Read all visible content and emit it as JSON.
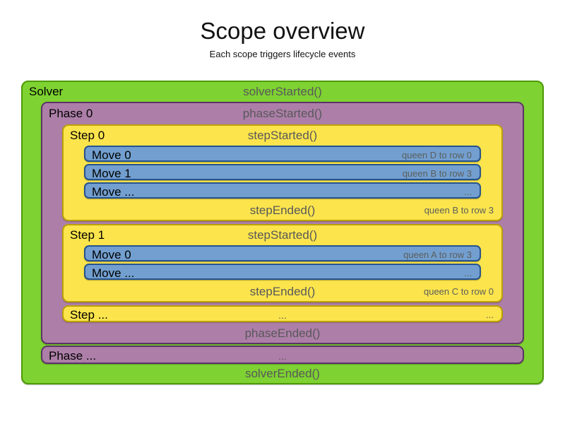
{
  "title": "Scope overview",
  "subtitle": "Each scope triggers lifecycle events",
  "colors": {
    "green_fill": "#7ed231",
    "green_border": "#4e9a06",
    "purple_fill": "#ad7fa8",
    "purple_border": "#5c3566",
    "yellow_fill": "#fbe44c",
    "yellow_border": "#bda106",
    "blue_fill": "#729fcf",
    "blue_border": "#26538f",
    "event_text": "#58585a",
    "note_text": "#5c5e5c"
  },
  "solver": {
    "label": "Solver",
    "started": "solverStarted()",
    "ended": "solverEnded()",
    "phases": [
      {
        "label": "Phase 0",
        "started": "phaseStarted()",
        "ended": "phaseEnded()",
        "steps": [
          {
            "label": "Step 0",
            "started": "stepStarted()",
            "ended": "stepEnded()",
            "ended_note": "queen B to row 3",
            "moves": [
              {
                "label": "Move 0",
                "note": "queen D to row 0"
              },
              {
                "label": "Move 1",
                "note": "queen B to row 3"
              },
              {
                "label": "Move ...",
                "note": "..."
              }
            ]
          },
          {
            "label": "Step 1",
            "started": "stepStarted()",
            "ended": "stepEnded()",
            "ended_note": "queen C to row 0",
            "moves": [
              {
                "label": "Move 0",
                "note": "queen A to row 3"
              },
              {
                "label": "Move ...",
                "note": "..."
              }
            ]
          },
          {
            "label": "Step ...",
            "center_ellipsis": "...",
            "right_ellipsis": "..."
          }
        ]
      },
      {
        "label": "Phase ...",
        "center_ellipsis": "..."
      }
    ]
  }
}
